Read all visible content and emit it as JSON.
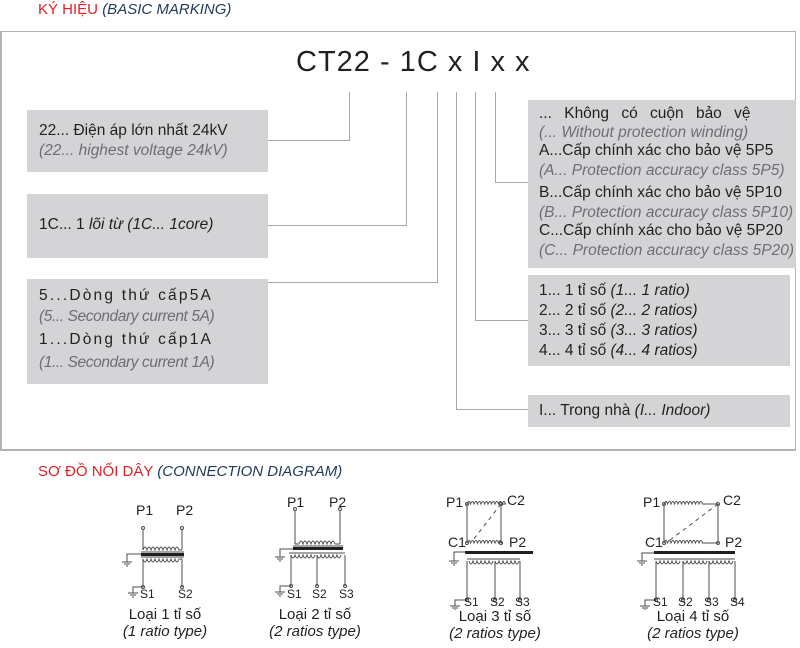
{
  "marking": {
    "heading_vn": "KÝ HIỆU",
    "heading_en": "(BASIC MARKING)",
    "code": "CT22 - 1C x I x x",
    "voltage": {
      "vn": "22... Điện áp lớn nhất 24kV",
      "en": "(22... highest voltage 24kV)"
    },
    "core": {
      "vn_prefix": "1C... 1 ",
      "vn_italic": "lõi từ (1C... 1core)"
    },
    "secondary": [
      {
        "vn": "5...Dòng thứ cấp5A",
        "en": "(5... Secondary current 5A)"
      },
      {
        "vn": "1...Dòng thứ cấp1A",
        "en": "(1... Secondary current 1A)"
      }
    ],
    "protection": [
      {
        "vn": "... Không có cuộn bảo vệ",
        "en": "(... Without protection winding)"
      },
      {
        "vn": "A...Cấp chính xác cho bảo vệ 5P5",
        "en": "(A... Protection accuracy class 5P5)"
      },
      {
        "vn": "B...Cấp chính xác cho bảo vệ 5P10",
        "en": "(B... Protection accuracy class 5P10)"
      },
      {
        "vn": "C...Cấp chính xác cho bảo vệ 5P20",
        "en": "(C... Protection accuracy class 5P20)"
      }
    ],
    "ratios": [
      {
        "vn": "1... 1 tỉ số ",
        "en": "(1... 1 ratio)"
      },
      {
        "vn": "2... 2 tỉ số ",
        "en": "(2... 2 ratios)"
      },
      {
        "vn": "3... 3 tỉ số ",
        "en": "(3... 3 ratios)"
      },
      {
        "vn": "4... 4 tỉ số ",
        "en": "(4... 4 ratios)"
      }
    ],
    "indoor": {
      "vn": "I... Trong nhà ",
      "en": "(I... Indoor)"
    }
  },
  "connection": {
    "heading_vn": "SƠ ĐỒ NỐI DÂY",
    "heading_en": "(CONNECTION DIAGRAM)",
    "diagrams": [
      {
        "type_vn": "Loại 1 tỉ số",
        "type_en": "(1 ratio type)",
        "primary": [
          "P1",
          "P2"
        ],
        "secondary": [
          "S1",
          "S2"
        ]
      },
      {
        "type_vn": "Loại 2 tỉ số",
        "type_en": "(2 ratios type)",
        "primary": [
          "P1",
          "P2"
        ],
        "secondary": [
          "S1",
          "S2",
          "S3"
        ]
      },
      {
        "type_vn": "Loại 3 tỉ số",
        "type_en": "(2 ratios type)",
        "primary": [
          "P1",
          "P2"
        ],
        "taps": [
          "C1",
          "C2"
        ],
        "secondary": [
          "S1",
          "S2",
          "S3"
        ]
      },
      {
        "type_vn": "Loại 4 tỉ số",
        "type_en": "(2 ratios type)",
        "primary": [
          "P1",
          "P2"
        ],
        "taps": [
          "C1",
          "C2"
        ],
        "secondary": [
          "S1",
          "S2",
          "S3",
          "S4"
        ]
      }
    ]
  },
  "colors": {
    "heading_red": "#e31e24",
    "heading_navy": "#1f3a5a",
    "box_gray": "#d4d4d6",
    "english_gray": "#6d6e71"
  }
}
